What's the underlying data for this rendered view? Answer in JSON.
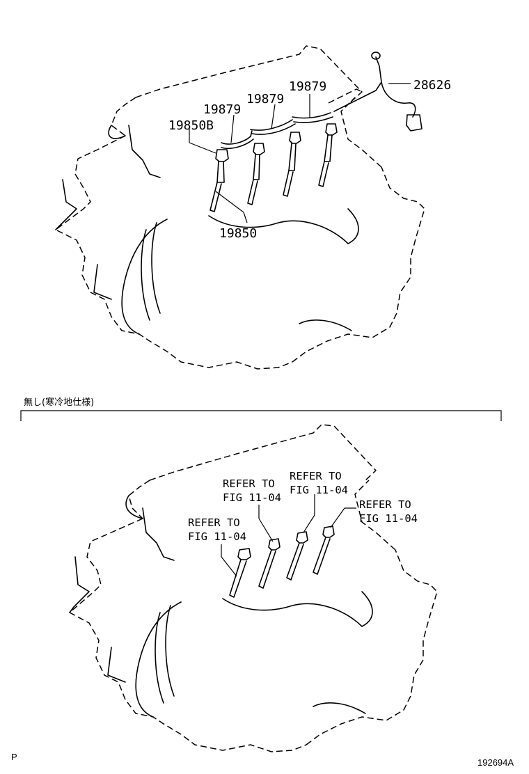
{
  "top_diagram": {
    "labels": {
      "part_28626": "28626",
      "part_19879_a": "19879",
      "part_19879_b": "19879",
      "part_19879_c": "19879",
      "part_19850b": "19850B",
      "part_19850": "19850"
    }
  },
  "variant_caption": "無し(寒冷地仕様)",
  "bottom_diagram": {
    "references": [
      {
        "line1": "REFER TO",
        "line2": "FIG 11-04"
      },
      {
        "line1": "REFER TO",
        "line2": "FIG 11-04"
      },
      {
        "line1": "REFER TO",
        "line2": "FIG 11-04"
      },
      {
        "line1": "REFER TO",
        "line2": "FIG 11-04"
      }
    ]
  },
  "footer": {
    "left_mark": "P",
    "figure_id": "192694A"
  }
}
